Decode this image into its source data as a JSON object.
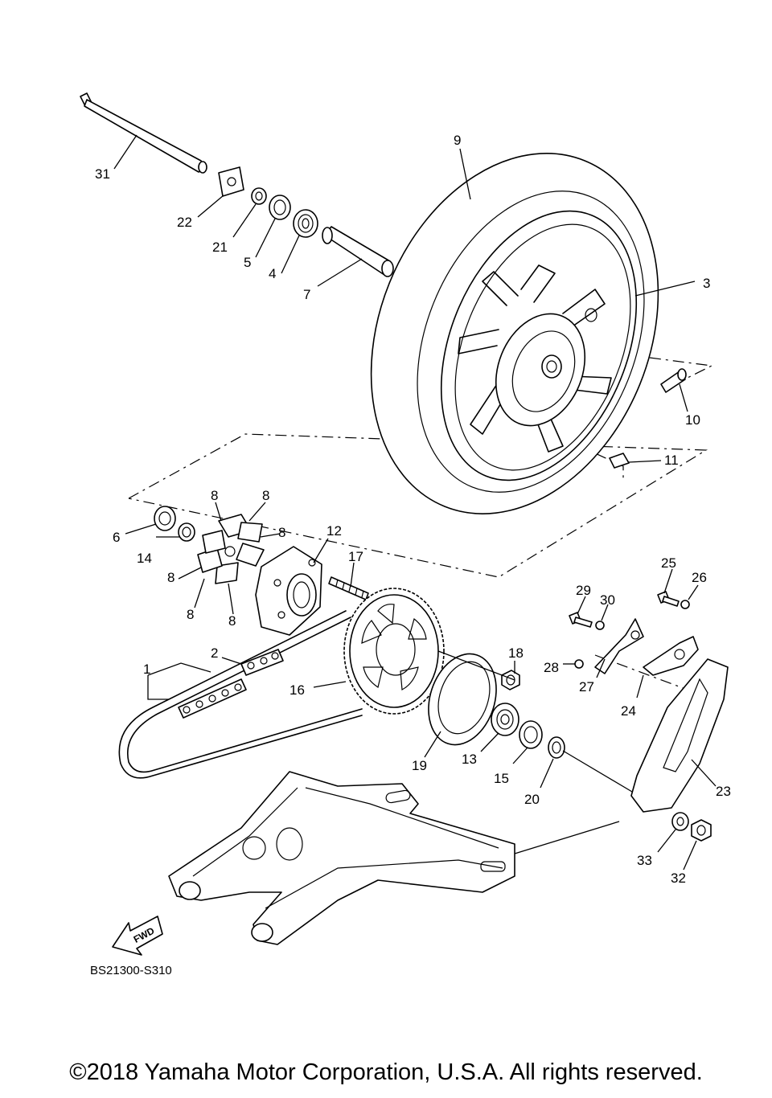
{
  "diagram_code": "BS21300-S310",
  "fwd_label": "FWD",
  "copyright": "©2018 Yamaha Motor Corporation, U.S.A. All rights reserved.",
  "callouts": {
    "c1": "1",
    "c2": "2",
    "c3": "3",
    "c4": "4",
    "c5": "5",
    "c6": "6",
    "c7": "7",
    "c8a": "8",
    "c8b": "8",
    "c8c": "8",
    "c8d": "8",
    "c8e": "8",
    "c8f": "8",
    "c9": "9",
    "c10": "10",
    "c11": "11",
    "c12": "12",
    "c13": "13",
    "c14": "14",
    "c15": "15",
    "c16": "16",
    "c17": "17",
    "c18": "18",
    "c19": "19",
    "c20": "20",
    "c21": "21",
    "c22": "22",
    "c23": "23",
    "c24": "24",
    "c25": "25",
    "c26": "26",
    "c27": "27",
    "c28": "28",
    "c29": "29",
    "c30": "30",
    "c31": "31",
    "c32": "32",
    "c33": "33"
  }
}
